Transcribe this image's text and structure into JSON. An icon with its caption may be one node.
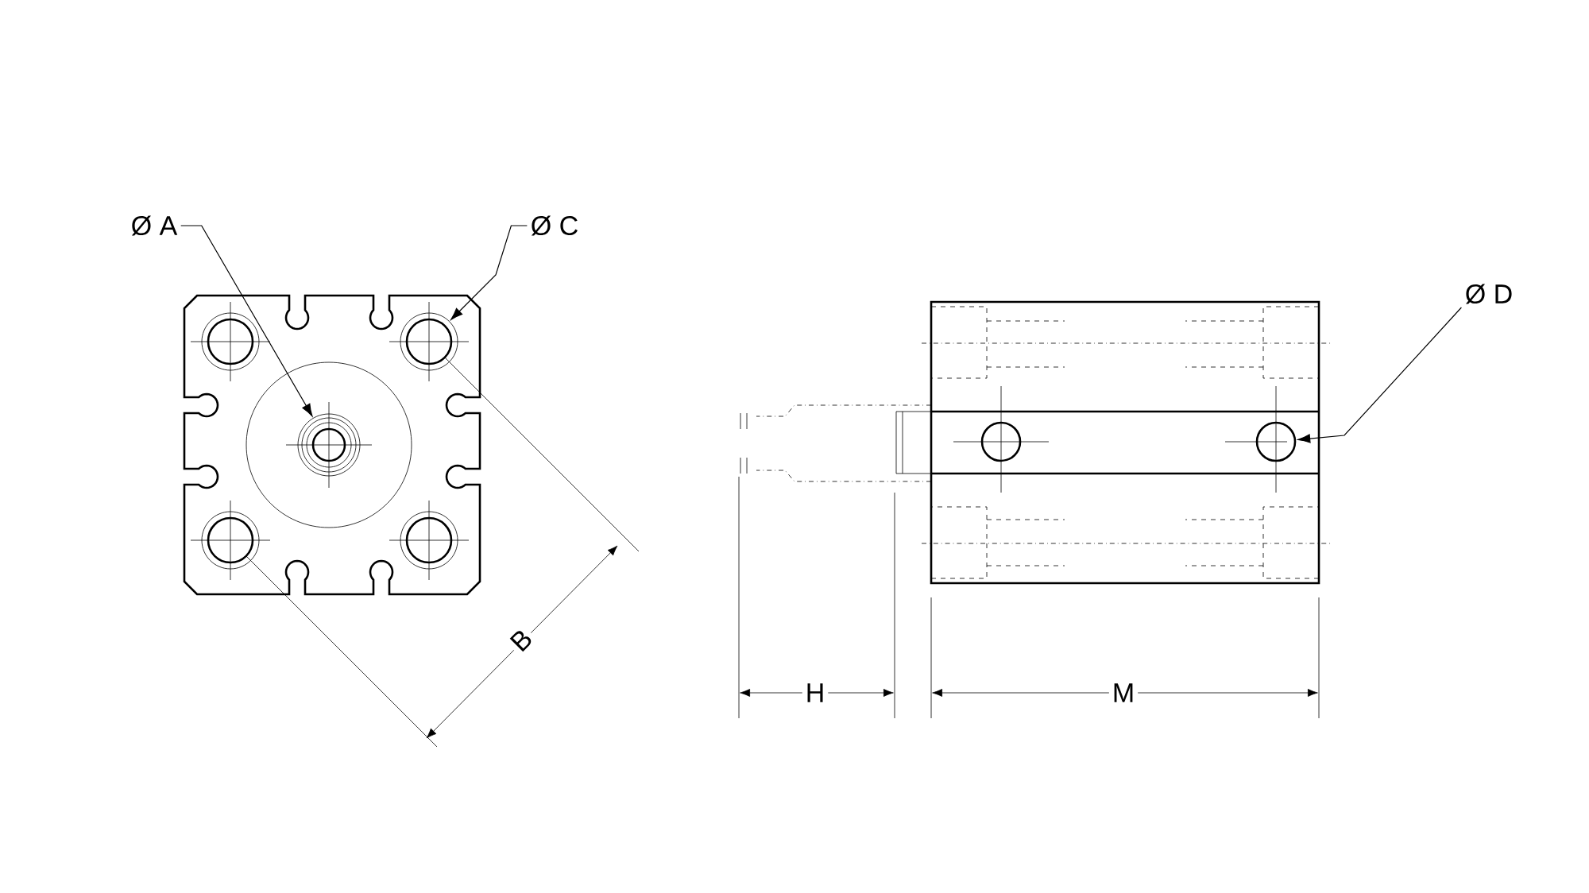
{
  "diagram": {
    "nodes": [
      {
        "text": [
          "Ø A"
        ]
      },
      {
        "text": [
          "Ø C"
        ]
      },
      {
        "text": [
          "Ø D"
        ]
      },
      {
        "text": [],
        "shape": "circle"
      },
      {
        "text": [],
        "shape": "circle"
      },
      {
        "text": [],
        "shape": "circle"
      }
    ],
    "edges": [
      {
        "from": 0,
        "to": 3,
        "arrow": "to"
      },
      {
        "from": 1,
        "to": 4,
        "arrow": "to"
      },
      {
        "from": 2,
        "to": 5,
        "arrow": "to"
      }
    ],
    "labels": [
      "B",
      "H",
      "M"
    ]
  }
}
